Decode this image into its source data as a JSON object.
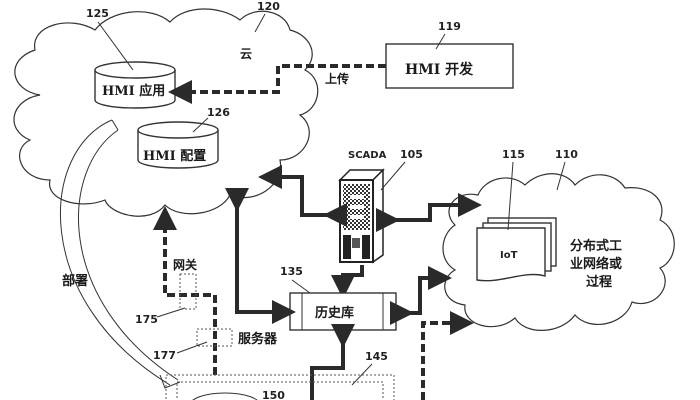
{
  "nodes": {
    "cloud": {
      "ref": "120",
      "label": "云"
    },
    "hmi_app": {
      "ref": "125",
      "label": "HMI 应用"
    },
    "hmi_config": {
      "ref": "126",
      "label": "HMI 配置"
    },
    "hmi_dev": {
      "ref": "119",
      "label": "HMI 开发"
    },
    "scada": {
      "ref": "105",
      "label": "SCADA"
    },
    "iot": {
      "ref": "115",
      "label": "IoT"
    },
    "industrial_network": {
      "ref": "110",
      "lines": [
        "分布式工",
        "业网络或",
        "过程"
      ]
    },
    "historian": {
      "ref": "135",
      "label": "历史库"
    },
    "gateway": {
      "ref": "175",
      "label": "网关"
    },
    "server": {
      "ref": "177",
      "label": "服务器"
    },
    "box145": {
      "ref": "145"
    },
    "item150": {
      "ref": "150"
    }
  },
  "edges": {
    "upload": {
      "label": "上传"
    },
    "deploy": {
      "label": "部署"
    }
  }
}
